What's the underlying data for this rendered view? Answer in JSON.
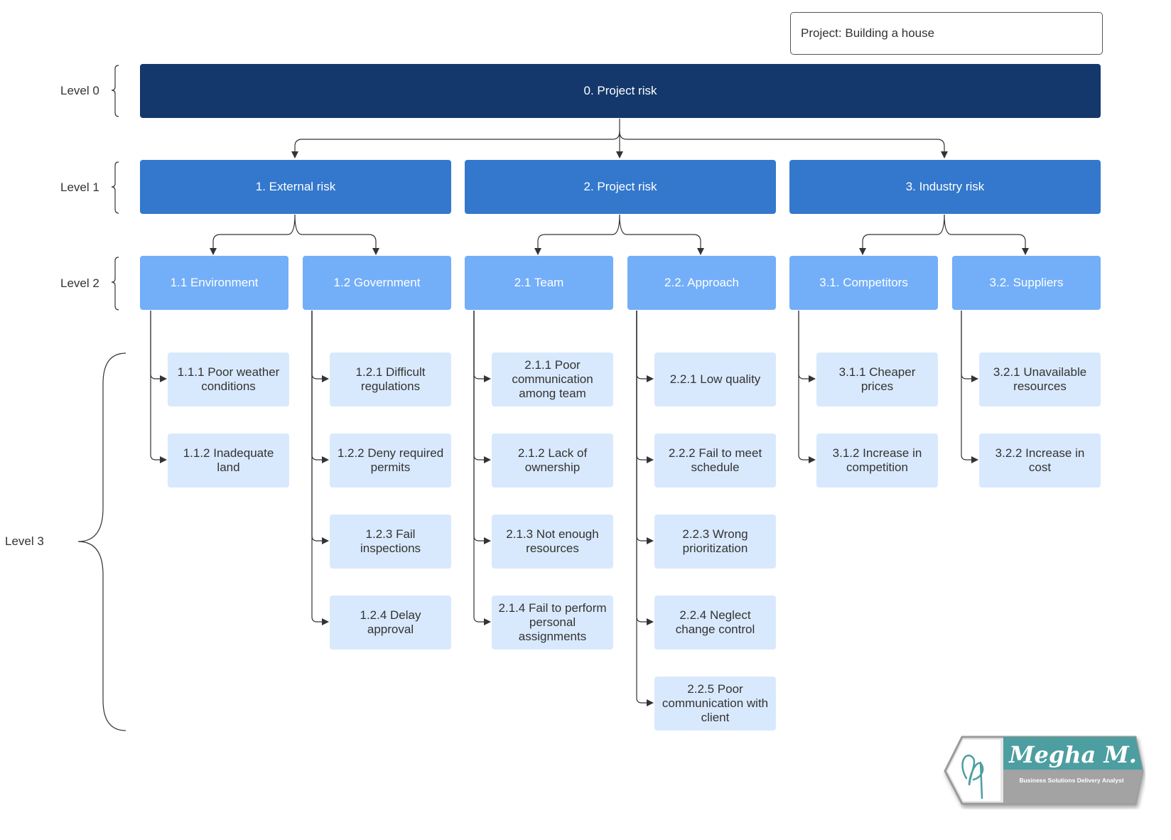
{
  "project_label": "Project: Building a house",
  "levels": {
    "l0": "Level 0",
    "l1": "Level 1",
    "l2": "Level 2",
    "l3": "Level 3"
  },
  "root": "0. Project risk",
  "level1": [
    "1. External risk",
    "2. Project risk",
    "3. Industry risk"
  ],
  "level2": [
    "1.1 Environment",
    "1.2 Government",
    "2.1 Team",
    "2.2. Approach",
    "3.1. Competitors",
    "3.2. Suppliers"
  ],
  "level3": [
    [
      "1.1.1 Poor weather conditions",
      "1.1.2 Inadequate land"
    ],
    [
      "1.2.1 Difficult regulations",
      "1.2.2 Deny required permits",
      "1.2.3 Fail inspections",
      "1.2.4 Delay approval"
    ],
    [
      "2.1.1 Poor communication among team",
      "2.1.2 Lack of ownership",
      "2.1.3 Not enough resources",
      "2.1.4 Fail to perform personal assignments"
    ],
    [
      "2.2.1 Low quality",
      "2.2.2 Fail to meet schedule",
      "2.2.3 Wrong prioritization",
      "2.2.4 Neglect change control",
      "2.2.5 Poor communication with client"
    ],
    [
      "3.1.1 Cheaper prices",
      "3.1.2 Increase in competition"
    ],
    [
      "3.2.1 Unavailable resources",
      "3.2.2 Increase in cost"
    ]
  ],
  "logo": {
    "name": "Megha M.",
    "tagline": "Business Solutions Delivery Analyst"
  },
  "colors": {
    "level0": "#14386b",
    "level1": "#3378cc",
    "level2": "#73aef9",
    "level3": "#d9e9fd",
    "logo_teal": "#4d9ea0"
  }
}
